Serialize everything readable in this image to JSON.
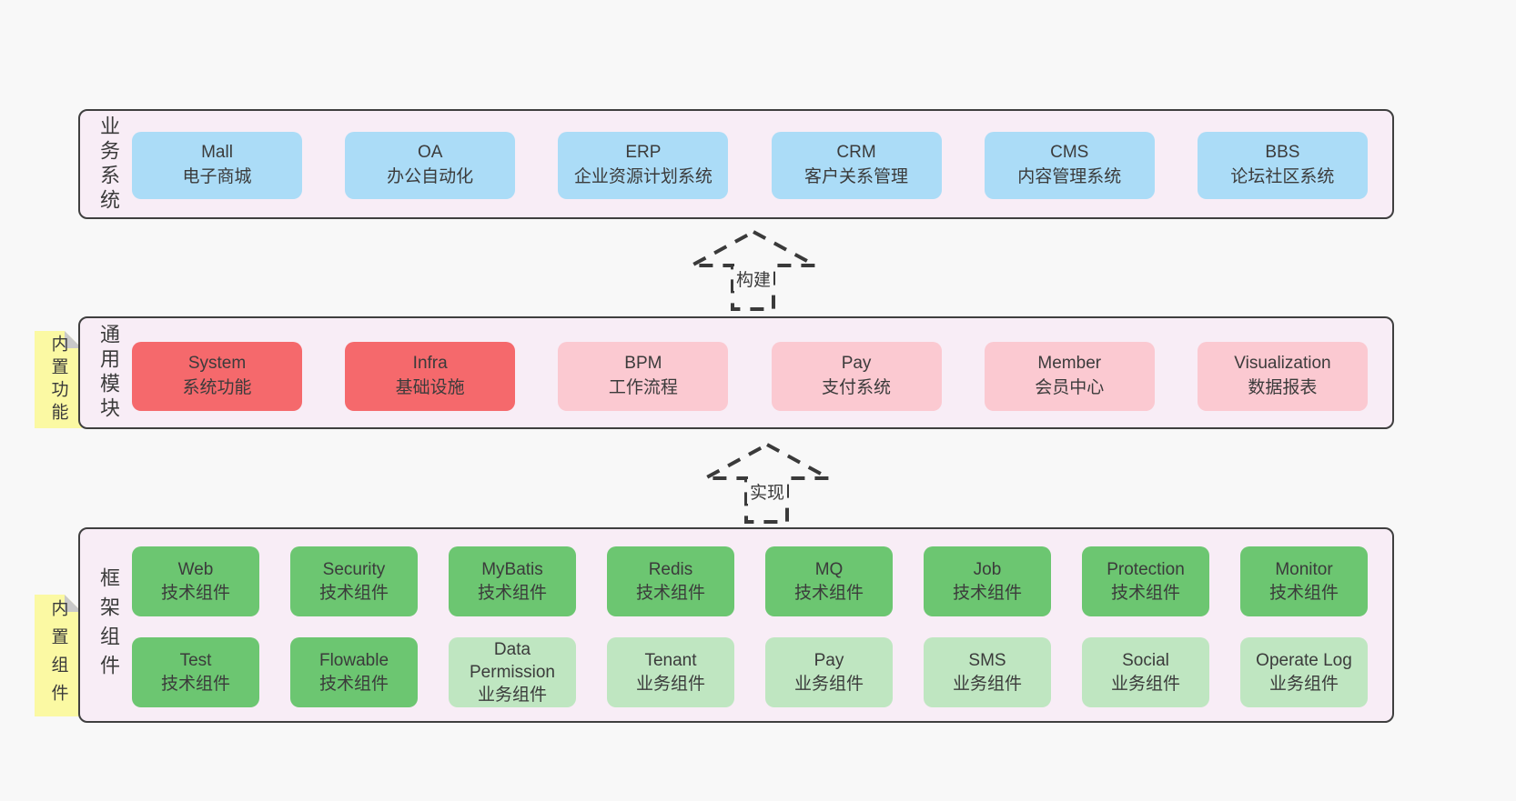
{
  "colors": {
    "page-bg": "#f8f8f8",
    "band-bg": "#f8edf6",
    "band-border": "#3f3f3f",
    "text": "#3b3b3b",
    "blue": "#abdcf7",
    "red": "#f5696c",
    "pink": "#fbc9d1",
    "green": "#6cc671",
    "light-green": "#bfe6c1",
    "sticky-yellow": "#fbf9a3",
    "fold-gray": "#c9c9c9",
    "arrow": "#3a3a3a"
  },
  "arrows": [
    {
      "label": "构建"
    },
    {
      "label": "实现"
    }
  ],
  "bands": [
    {
      "label": "业务系统",
      "boxes": [
        {
          "title": "Mall",
          "subtitle": "电子商城"
        },
        {
          "title": "OA",
          "subtitle": "办公自动化"
        },
        {
          "title": "ERP",
          "subtitle": "企业资源计划系统"
        },
        {
          "title": "CRM",
          "subtitle": "客户关系管理"
        },
        {
          "title": "CMS",
          "subtitle": "内容管理系统"
        },
        {
          "title": "BBS",
          "subtitle": "论坛社区系统"
        }
      ]
    },
    {
      "label": "通用模块",
      "sticky": "内置功能",
      "boxes": [
        {
          "title": "System",
          "subtitle": "系统功能"
        },
        {
          "title": "Infra",
          "subtitle": "基础设施"
        },
        {
          "title": "BPM",
          "subtitle": "工作流程"
        },
        {
          "title": "Pay",
          "subtitle": "支付系统"
        },
        {
          "title": "Member",
          "subtitle": "会员中心"
        },
        {
          "title": "Visualization",
          "subtitle": "数据报表"
        }
      ]
    },
    {
      "label": "框架组件",
      "sticky": "内置组件",
      "rows": [
        [
          {
            "title": "Web",
            "subtitle": "技术组件"
          },
          {
            "title": "Security",
            "subtitle": "技术组件"
          },
          {
            "title": "MyBatis",
            "subtitle": "技术组件"
          },
          {
            "title": "Redis",
            "subtitle": "技术组件"
          },
          {
            "title": "MQ",
            "subtitle": "技术组件"
          },
          {
            "title": "Job",
            "subtitle": "技术组件"
          },
          {
            "title": "Protection",
            "subtitle": "技术组件"
          },
          {
            "title": "Monitor",
            "subtitle": "技术组件"
          }
        ],
        [
          {
            "title": "Test",
            "subtitle": "技术组件"
          },
          {
            "title": "Flowable",
            "subtitle": "技术组件"
          },
          {
            "title": "Data Permission",
            "subtitle": "业务组件"
          },
          {
            "title": "Tenant",
            "subtitle": "业务组件"
          },
          {
            "title": "Pay",
            "subtitle": "业务组件"
          },
          {
            "title": "SMS",
            "subtitle": "业务组件"
          },
          {
            "title": "Social",
            "subtitle": "业务组件"
          },
          {
            "title": "Operate Log",
            "subtitle": "业务组件"
          }
        ]
      ]
    }
  ]
}
